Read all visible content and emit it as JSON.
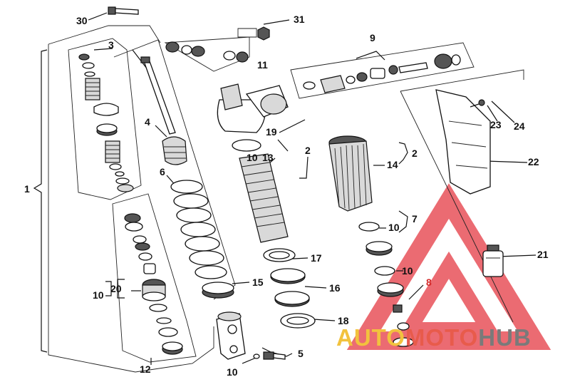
{
  "callouts": {
    "c1": "1",
    "c2a": "2",
    "c2b": "2",
    "c3": "3",
    "c4": "4",
    "c5": "5",
    "c6": "6",
    "c7": "7",
    "c8": "8",
    "c9": "9",
    "c10a": "10",
    "c10b": "10",
    "c10c": "10",
    "c10d": "10",
    "c10e": "10",
    "c11": "11",
    "c12": "12",
    "c13": "13",
    "c14": "14",
    "c15": "15",
    "c16": "16",
    "c17": "17",
    "c18": "18",
    "c19": "19",
    "c20": "20",
    "c21": "21",
    "c22": "22",
    "c23": "23",
    "c24": "24",
    "c30": "30",
    "c31": "31"
  },
  "watermark": {
    "part1": "AUTO",
    "part2": "MOTO",
    "part3": "HUB",
    "colors": {
      "auto": "#f2c23e",
      "moto": "#e85b4b",
      "hub": "#7a7a7a",
      "triangle": "#e8525a"
    }
  }
}
